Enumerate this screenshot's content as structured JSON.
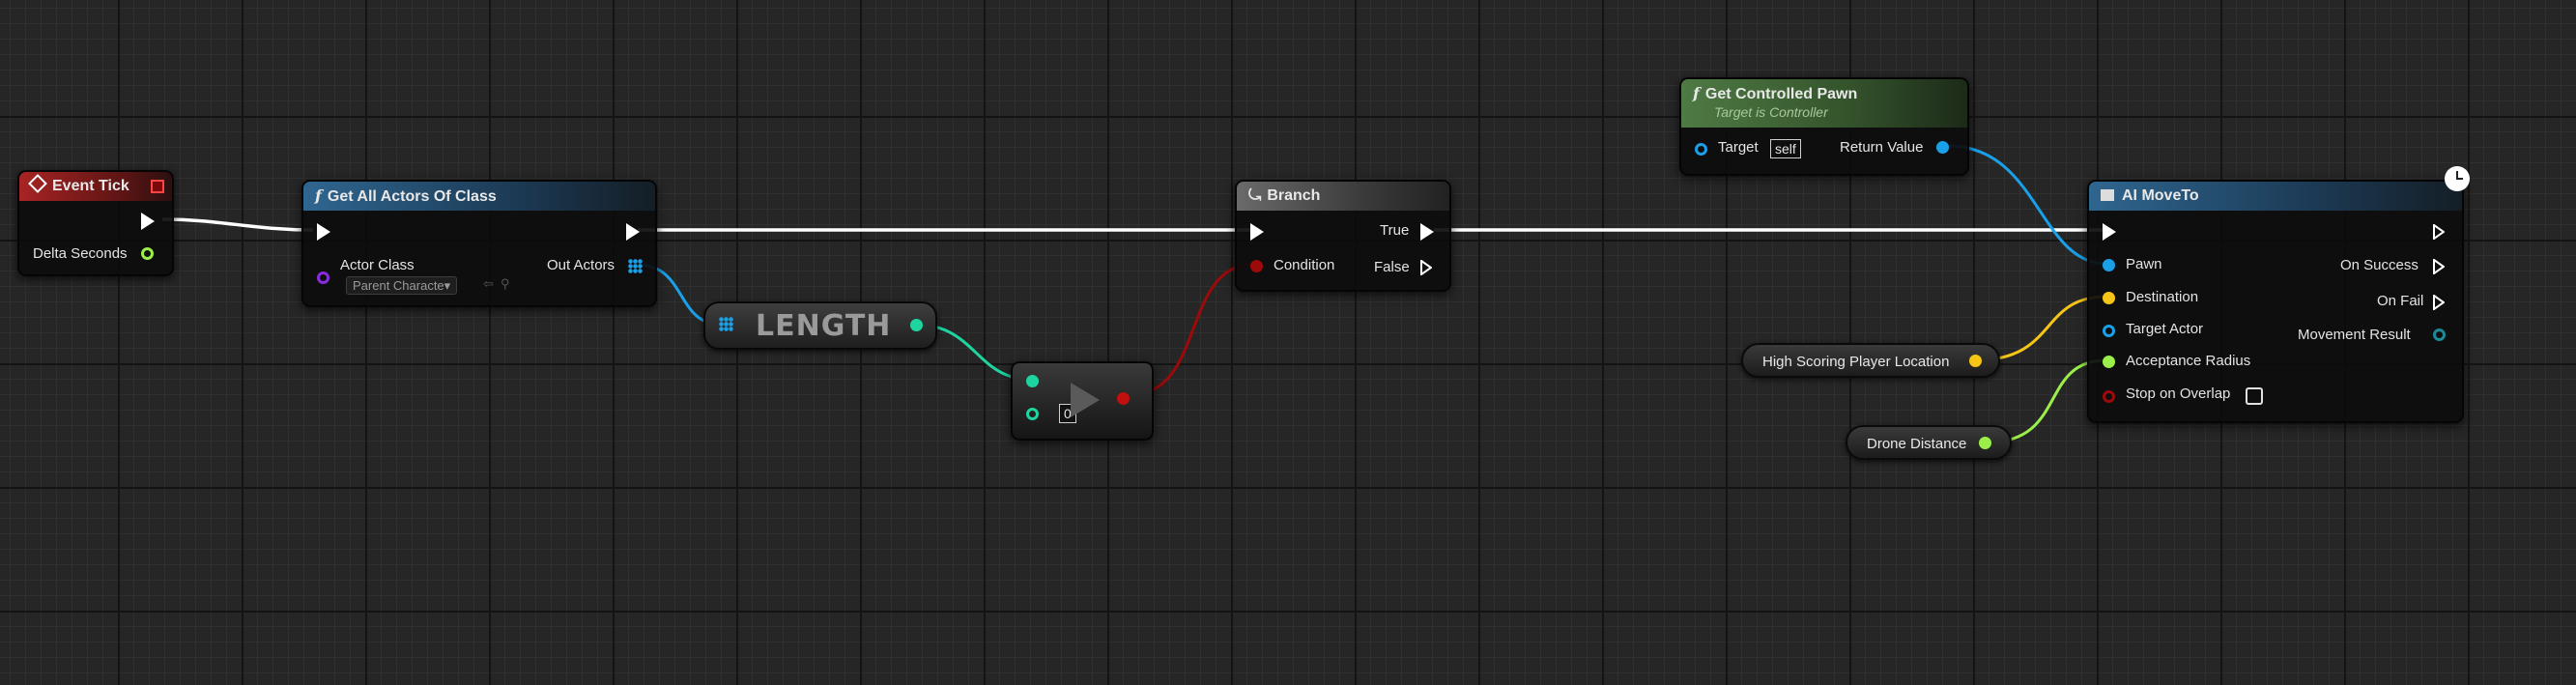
{
  "colors": {
    "exec": "#ffffff",
    "float": "#9bef4a",
    "vector": "#f5c518",
    "object": "#1aa0e8",
    "bool": "#9c0a0a",
    "int": "#1ed5a0",
    "class": "#8a2be2"
  },
  "nodes": {
    "event_tick": {
      "title": "Event Tick",
      "delta_seconds": "Delta Seconds"
    },
    "get_all_actors": {
      "title": "Get All Actors Of Class",
      "actor_class": "Actor Class",
      "class_value": "Parent Characte▾",
      "out_actors": "Out Actors"
    },
    "length": {
      "title": "LENGTH"
    },
    "greater": {
      "b_value": "0"
    },
    "branch": {
      "title": "Branch",
      "condition": "Condition",
      "true": "True",
      "false": "False"
    },
    "get_controlled_pawn": {
      "title": "Get Controlled Pawn",
      "subtitle": "Target is Controller",
      "target": "Target",
      "target_value": "self",
      "return_value": "Return Value"
    },
    "ai_move_to": {
      "title": "AI MoveTo",
      "pawn": "Pawn",
      "destination": "Destination",
      "target_actor": "Target Actor",
      "acceptance_radius": "Acceptance Radius",
      "stop_on_overlap": "Stop on Overlap",
      "on_success": "On Success",
      "on_fail": "On Fail",
      "movement_result": "Movement Result"
    },
    "high_scoring_var": {
      "label": "High Scoring Player Location"
    },
    "drone_distance_var": {
      "label": "Drone Distance"
    }
  }
}
